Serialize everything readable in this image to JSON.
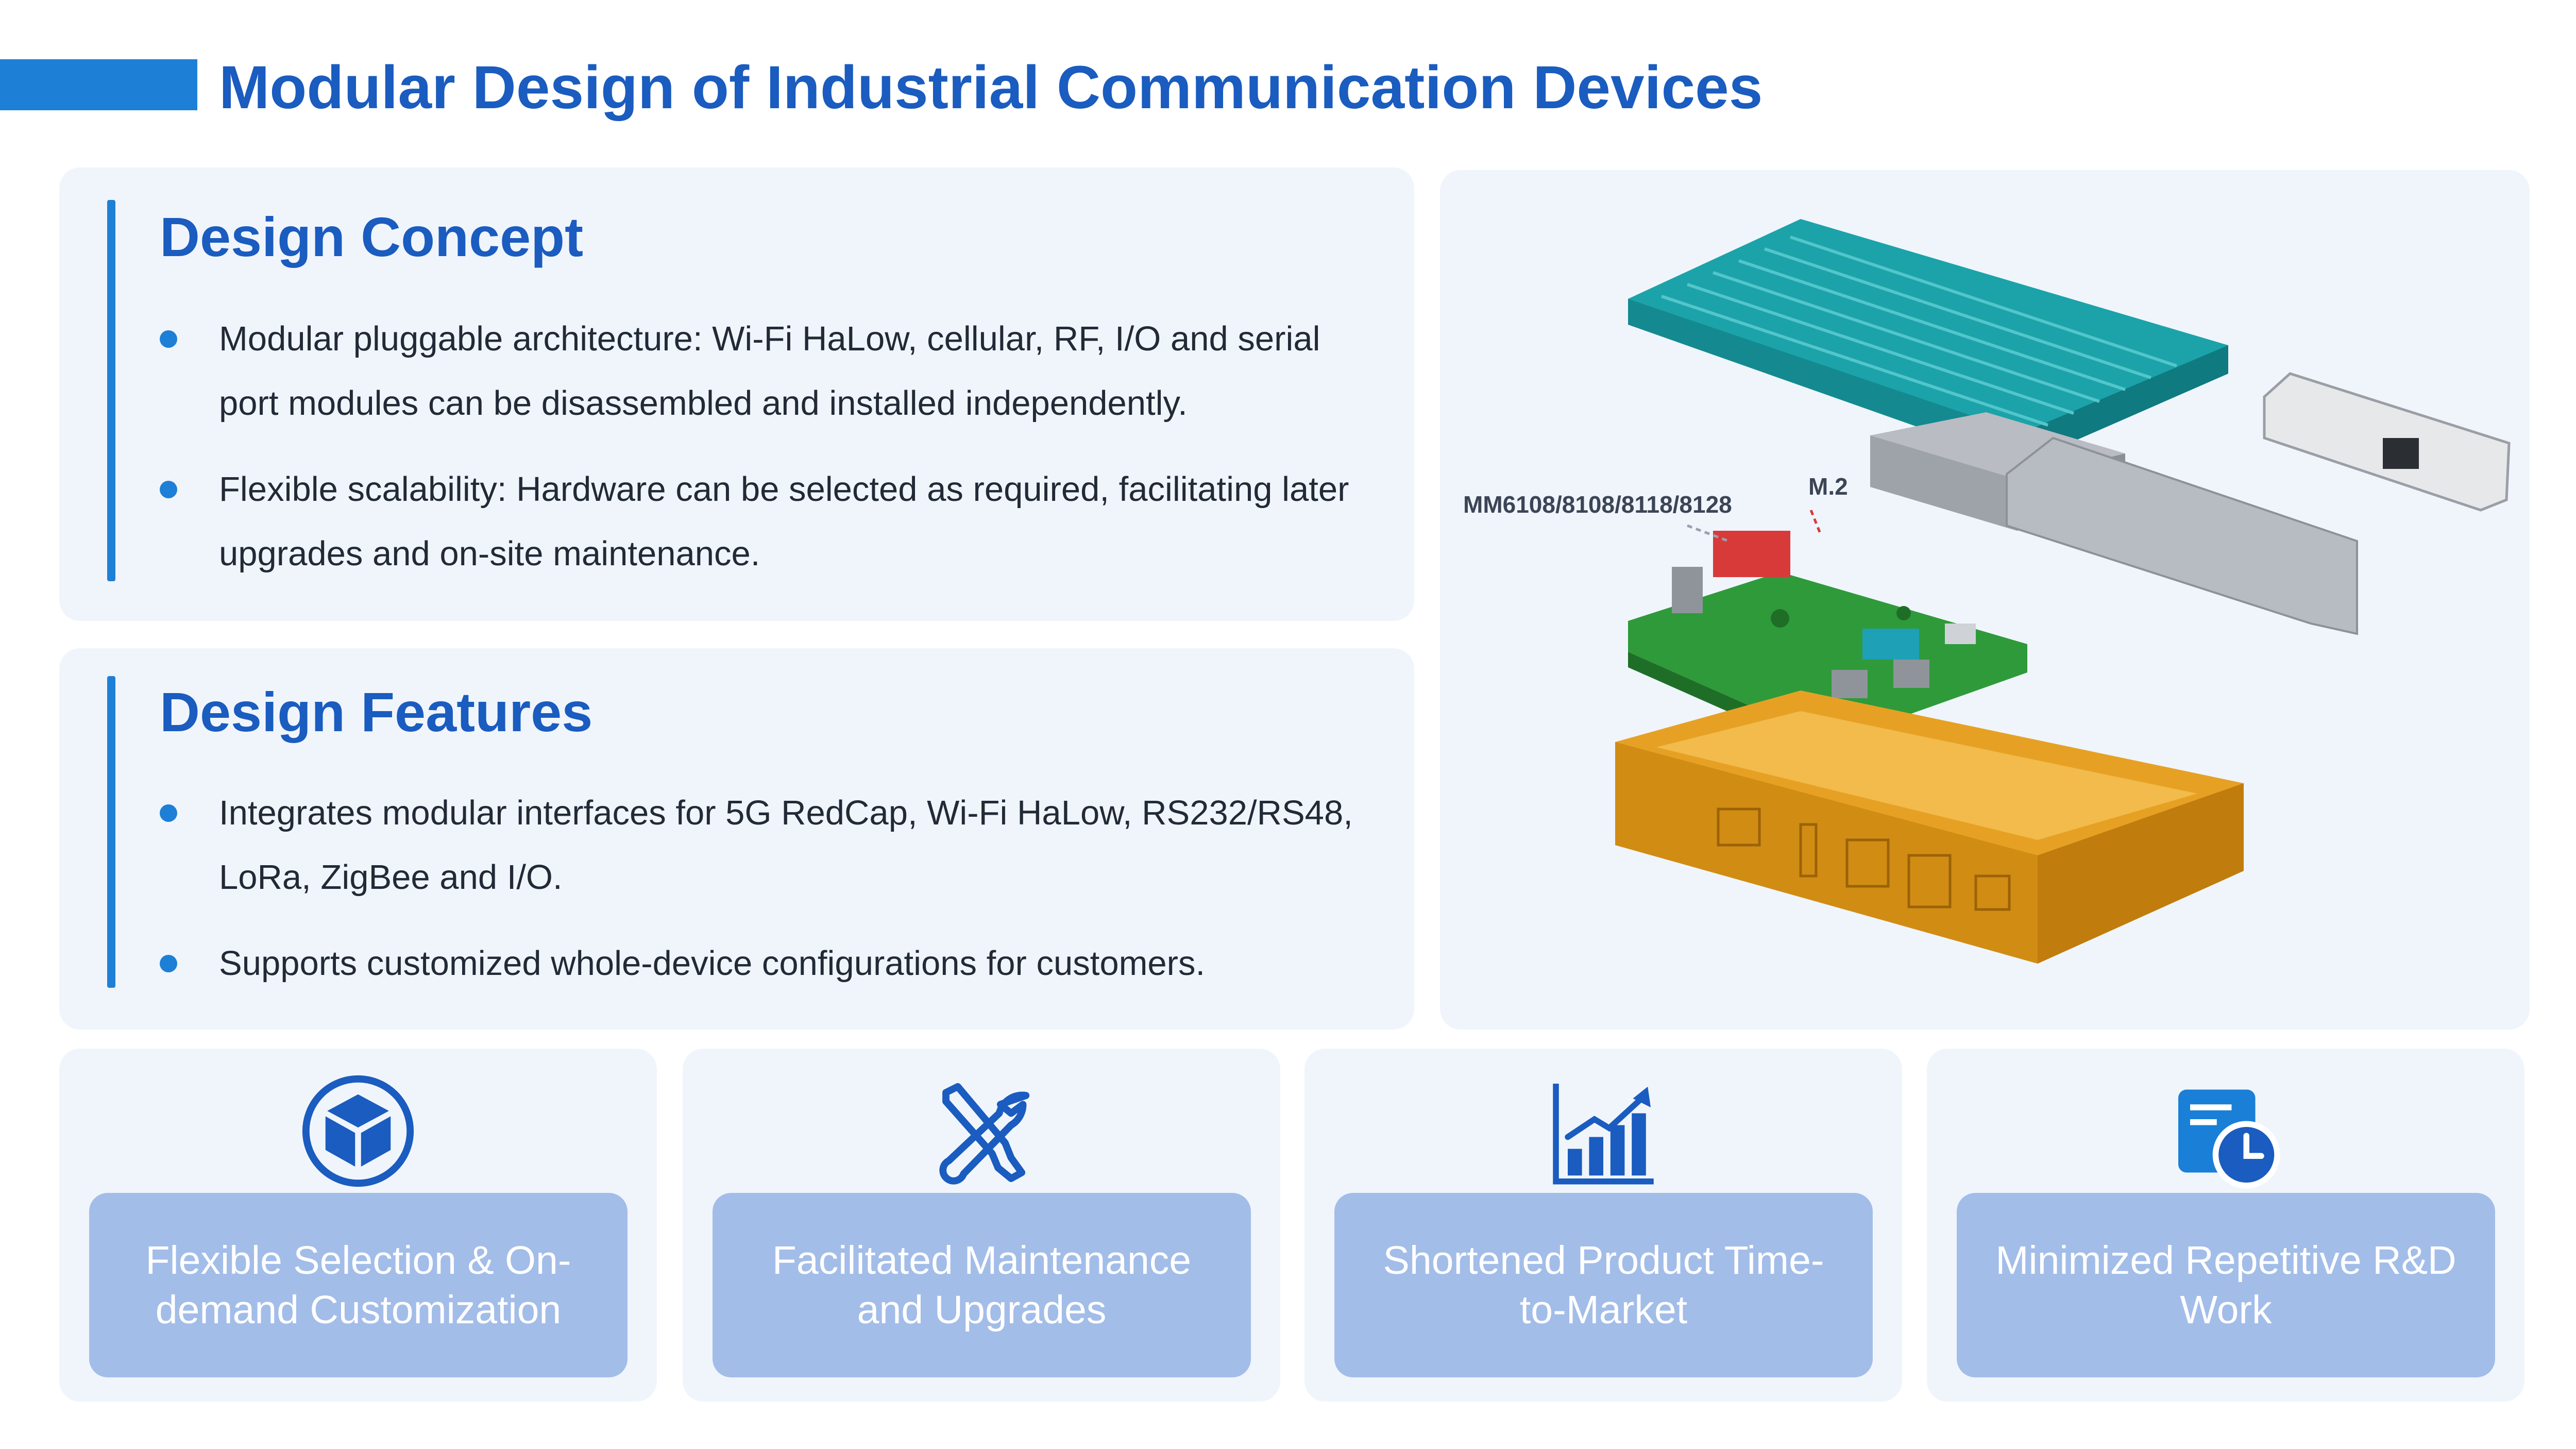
{
  "title": "Modular Design of Industrial Communication Devices",
  "concept": {
    "heading": "Design Concept",
    "bullets": [
      "Modular pluggable architecture: Wi-Fi HaLow, cellular, RF, I/O and serial port modules can be disassembled and installed independently.",
      "Flexible scalability: Hardware can be selected as required, facilitating later upgrades and on-site maintenance."
    ]
  },
  "features": {
    "heading": "Design Features",
    "bullets": [
      "Integrates modular interfaces for 5G RedCap, Wi-Fi HaLow, RS232/RS48, LoRa, ZigBee and I/O.",
      "Supports customized whole-device configurations for customers."
    ]
  },
  "diagram": {
    "label_module": "MM6108/8108/8118/8128",
    "label_slot": "M.2"
  },
  "benefits": [
    {
      "label": "Flexible Selection & On-demand Customization",
      "icon": "cube-icon"
    },
    {
      "label": "Facilitated Maintenance and Upgrades",
      "icon": "wrench-screwdriver-icon"
    },
    {
      "label": "Shortened Product Time-to-Market",
      "icon": "growth-chart-icon"
    },
    {
      "label": "Minimized Repetitive R&D Work",
      "icon": "calendar-clock-icon"
    }
  ],
  "colors": {
    "accent": "#1e7fd6",
    "heading": "#1a5cbf",
    "panel": "#f0f5fc",
    "card_label": "#a3bde9",
    "heatsink": "#1ba3a9",
    "pcb": "#2f9a3a",
    "enclosure": "#e6a125"
  }
}
